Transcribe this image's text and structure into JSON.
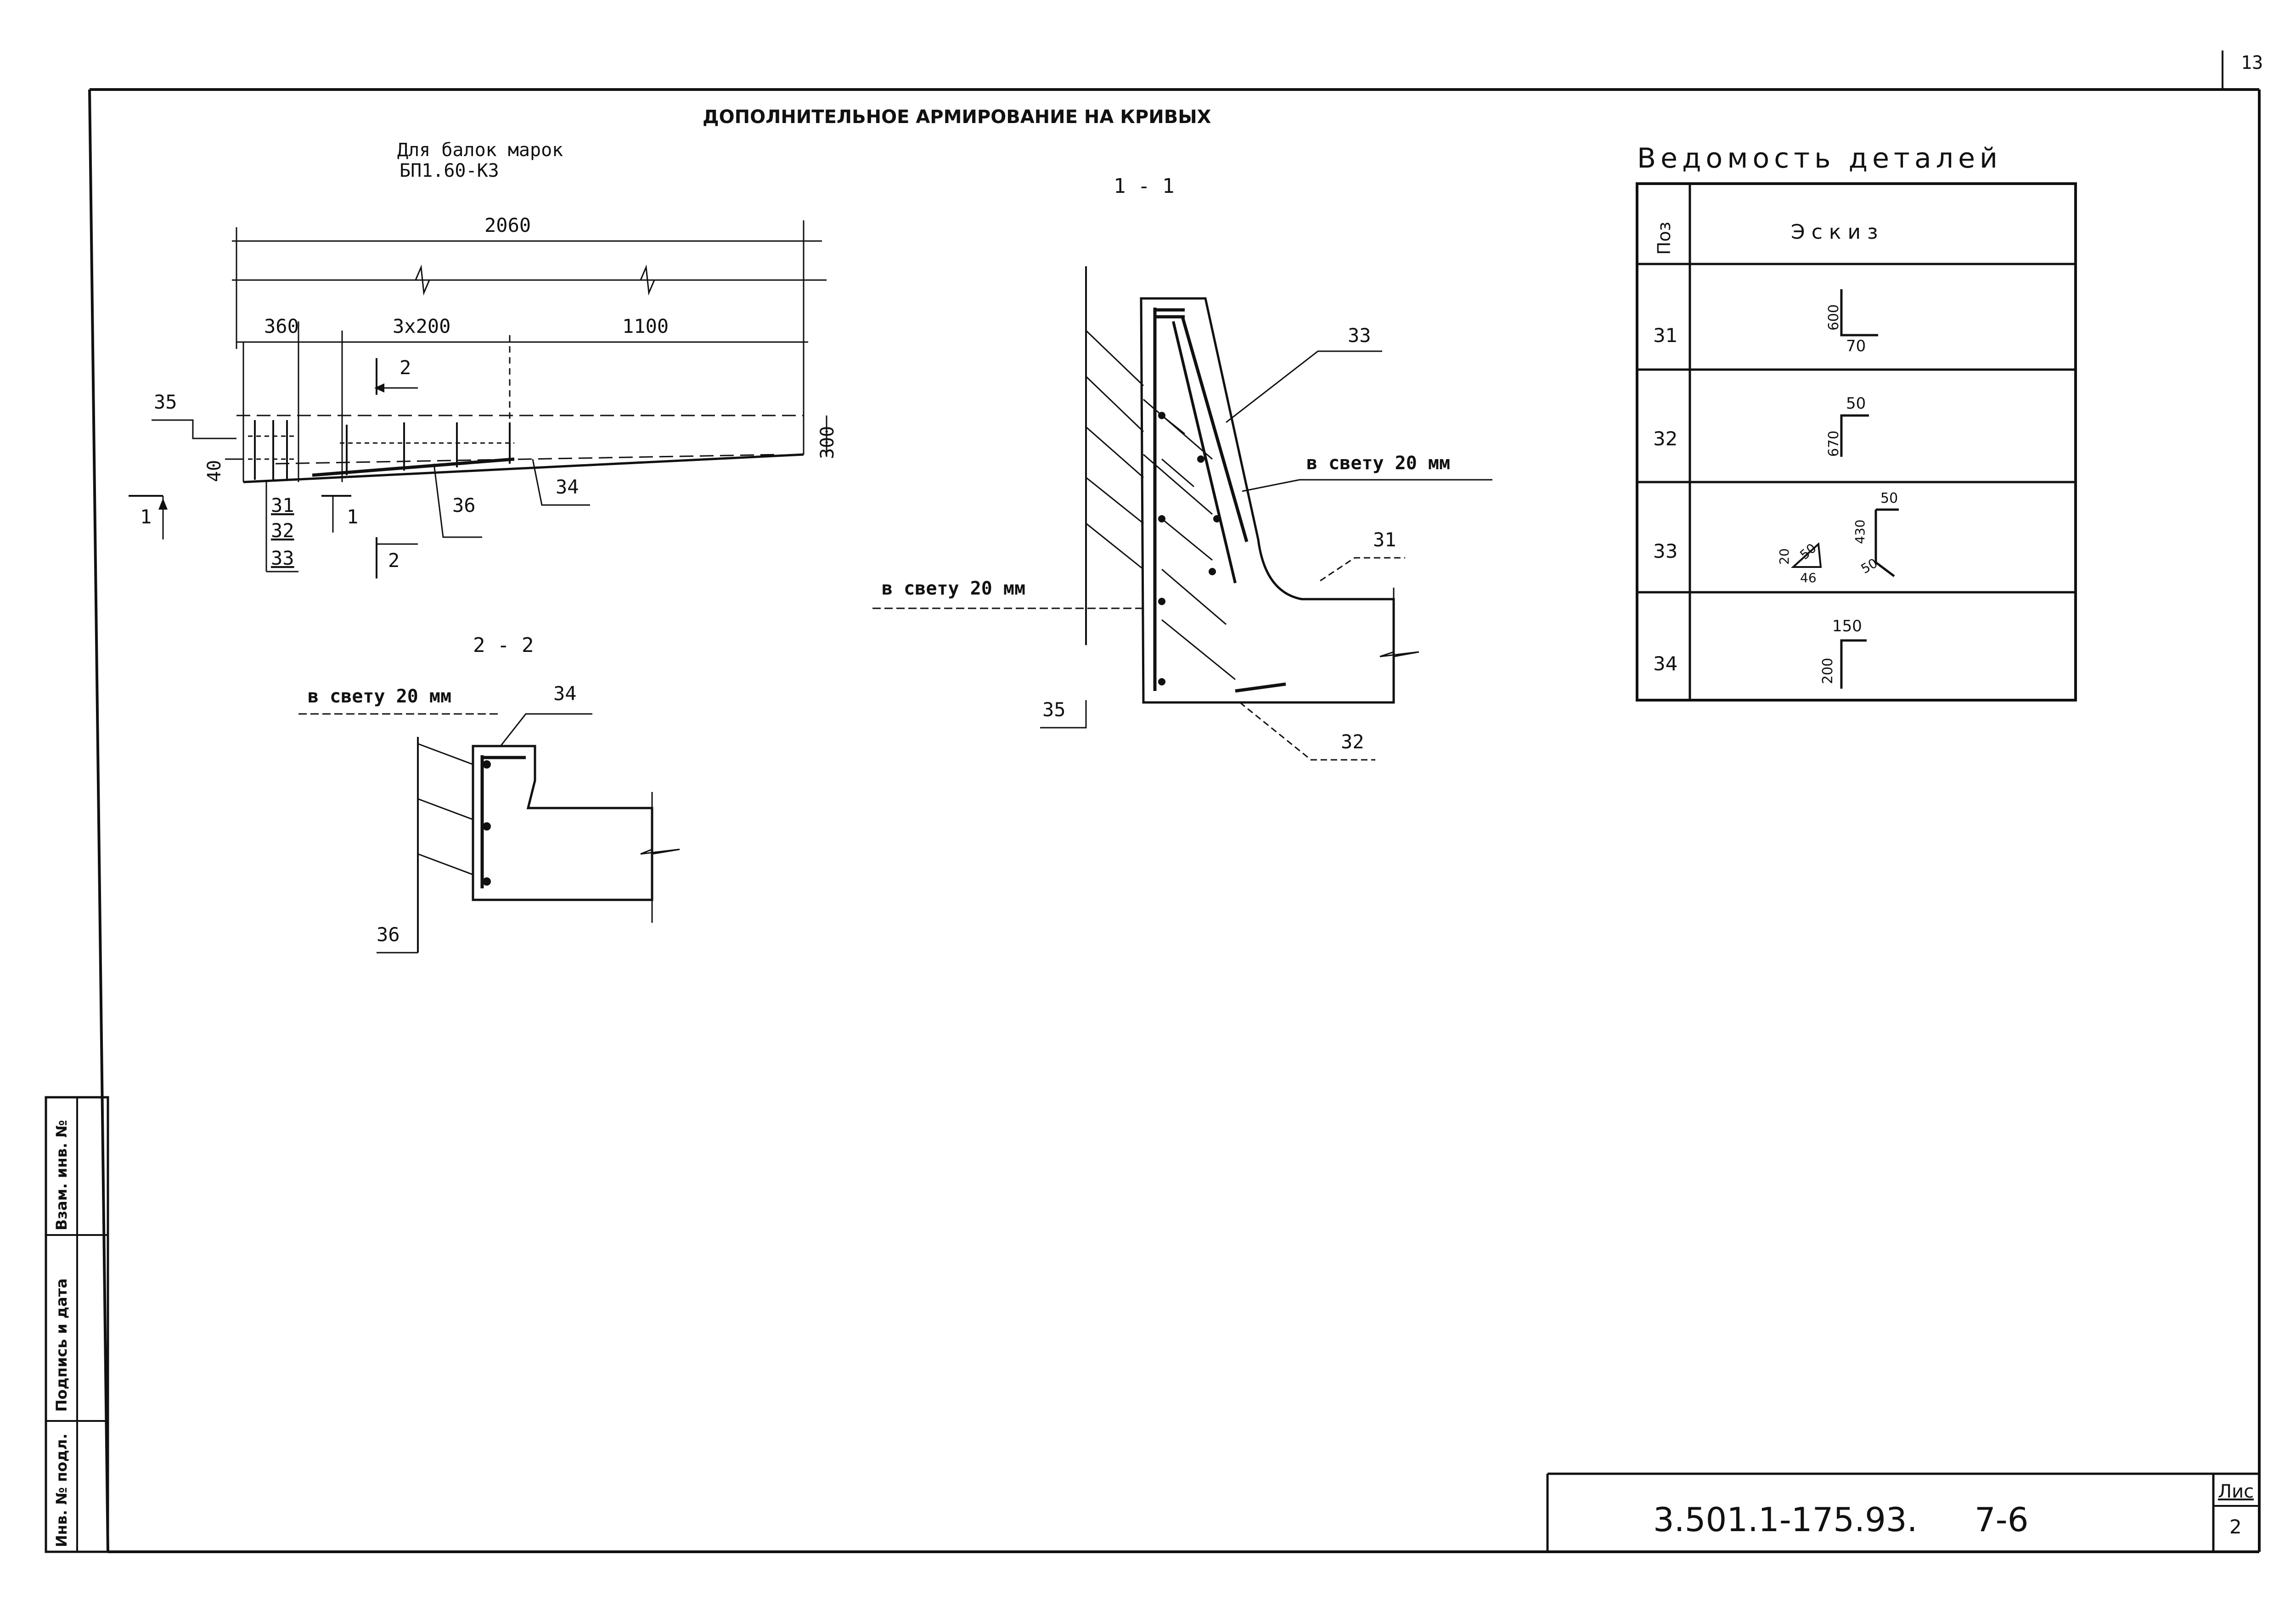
{
  "sheet": {
    "page_number": "13",
    "main_title": "ДОПОЛНИТЕЛЬНОЕ АРМИРОВАНИЕ НА КРИВЫХ",
    "beam_note_line1": "Для балок марок",
    "beam_note_line2": "БП1.60-К3",
    "designation": "3.501.1-175.93.",
    "sheet_code": "7-6",
    "sheet_label": "Лис",
    "sheet_no": "2"
  },
  "elevation": {
    "overall_dim": "2060",
    "dim_360": "360",
    "dim_3x200": "3х200",
    "dim_1100": "1100",
    "dim_300": "300",
    "dim_40": "40",
    "cut2_label_top": "2",
    "cut2_label_bottom": "2",
    "cut1_label_left": "1",
    "cut1_label_mid": "1",
    "pos_35": "35",
    "pos_34": "34",
    "pos_36": "36",
    "pos_31": "31",
    "pos_32": "32",
    "pos_33": "33"
  },
  "section_2_2": {
    "title": "2 - 2",
    "clear_note": "в свету 20 мм",
    "pos_34": "34",
    "pos_36": "36"
  },
  "section_1_1": {
    "title": "1 - 1",
    "clear_note_right": "в свету 20 мм",
    "clear_note_left": "в свету 20 мм",
    "pos_33": "33",
    "pos_31": "31",
    "pos_35": "35",
    "pos_32": "32"
  },
  "parts_schedule": {
    "title": "Ведомость деталей",
    "col_pos": "Поз",
    "col_sketch": "Эскиз",
    "rows": [
      {
        "pos": "31",
        "dims": [
          "600",
          "70"
        ]
      },
      {
        "pos": "32",
        "dims": [
          "50",
          "670"
        ]
      },
      {
        "pos": "33",
        "dims": [
          "20",
          "50",
          "46",
          "430",
          "50",
          "50"
        ]
      },
      {
        "pos": "34",
        "dims": [
          "150",
          "200"
        ]
      }
    ]
  },
  "stamp": {
    "inv_podl": "Инв. № подл.",
    "podpis_data": "Подпись и дата",
    "vzam_inv": "Взам. инв. №"
  }
}
